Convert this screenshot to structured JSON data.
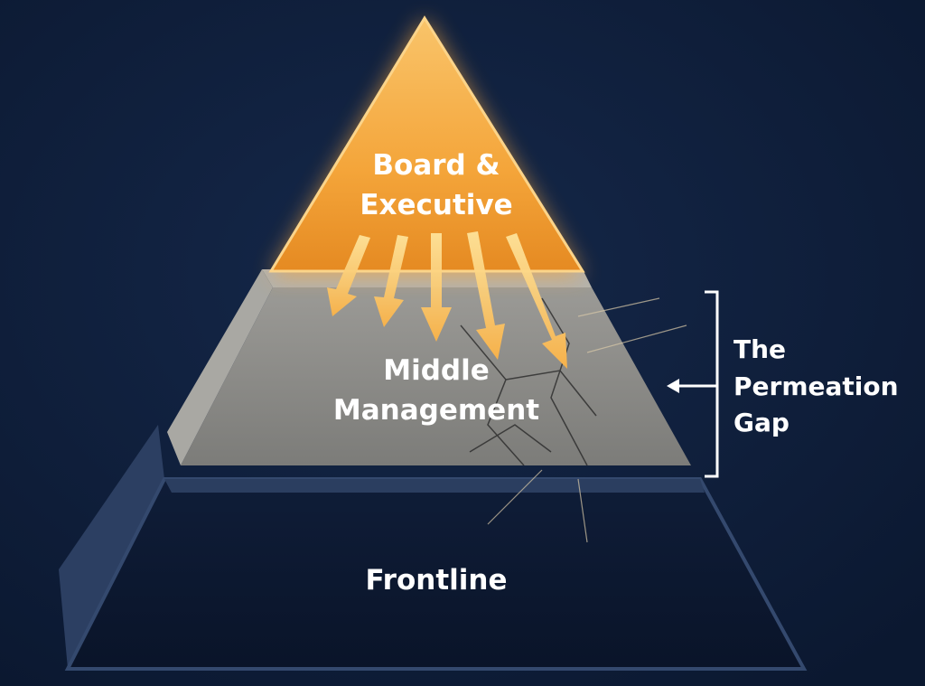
{
  "diagram": {
    "tiers": [
      {
        "lines": [
          "Board &",
          "Executive"
        ],
        "color": "#f5a63a"
      },
      {
        "lines": [
          "Middle",
          "Management"
        ],
        "color": "#8b8b88"
      },
      {
        "lines": [
          "Frontline"
        ],
        "color": "#0d1a33"
      }
    ],
    "annotation": {
      "lines": [
        "The",
        "Permeation",
        "Gap"
      ]
    },
    "colors": {
      "background": "#0e1e38",
      "accent": "#f5a63a",
      "bracket": "#ffffff"
    }
  }
}
